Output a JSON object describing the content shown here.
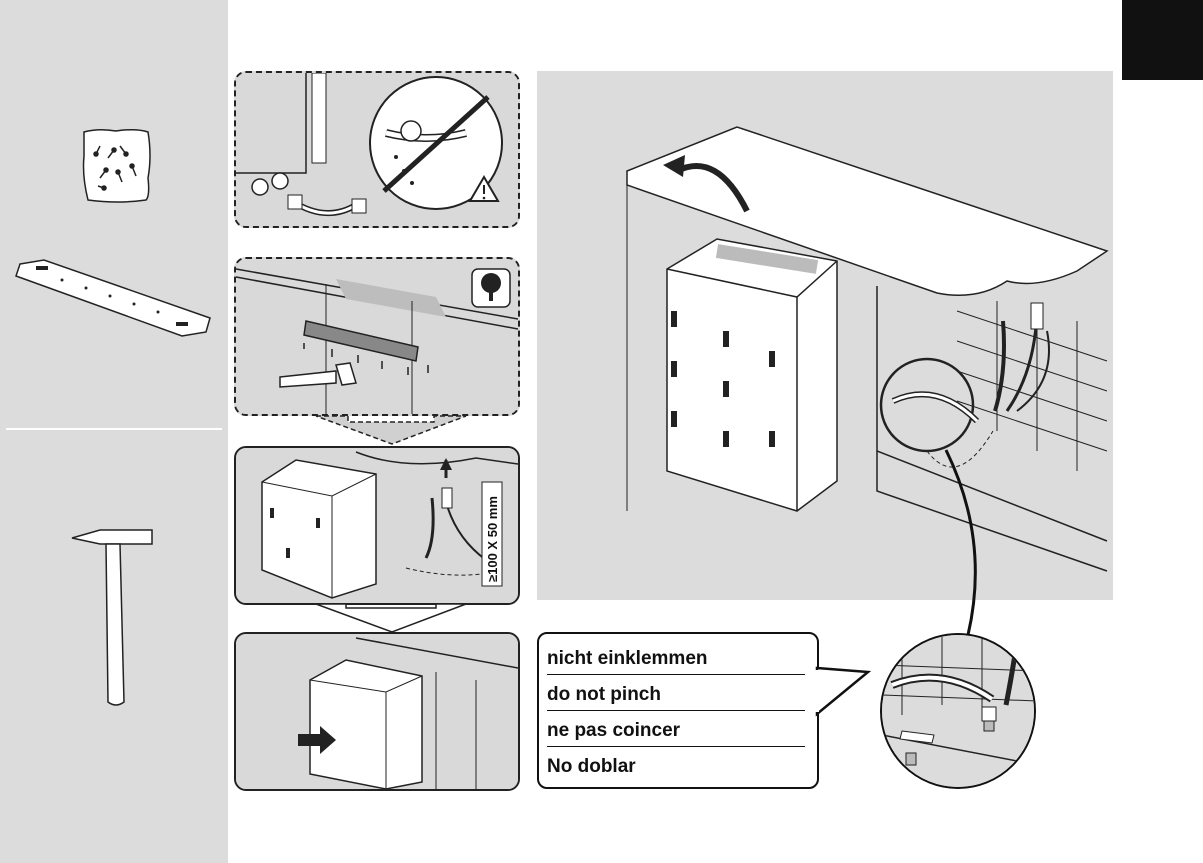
{
  "caution_labels": {
    "de": "nicht einklemmen",
    "en": "do not pinch",
    "fr": "ne pas coincer",
    "es": "No doblar"
  },
  "steps": {
    "opening_dimension": "≥100 X 50 mm"
  },
  "icons": {
    "warning": "warning-triangle-icon",
    "wood": "tree-icon"
  },
  "colors": {
    "panel_background": "#d9d9d9",
    "outline": "#222222",
    "tab_marker": "#111111"
  }
}
